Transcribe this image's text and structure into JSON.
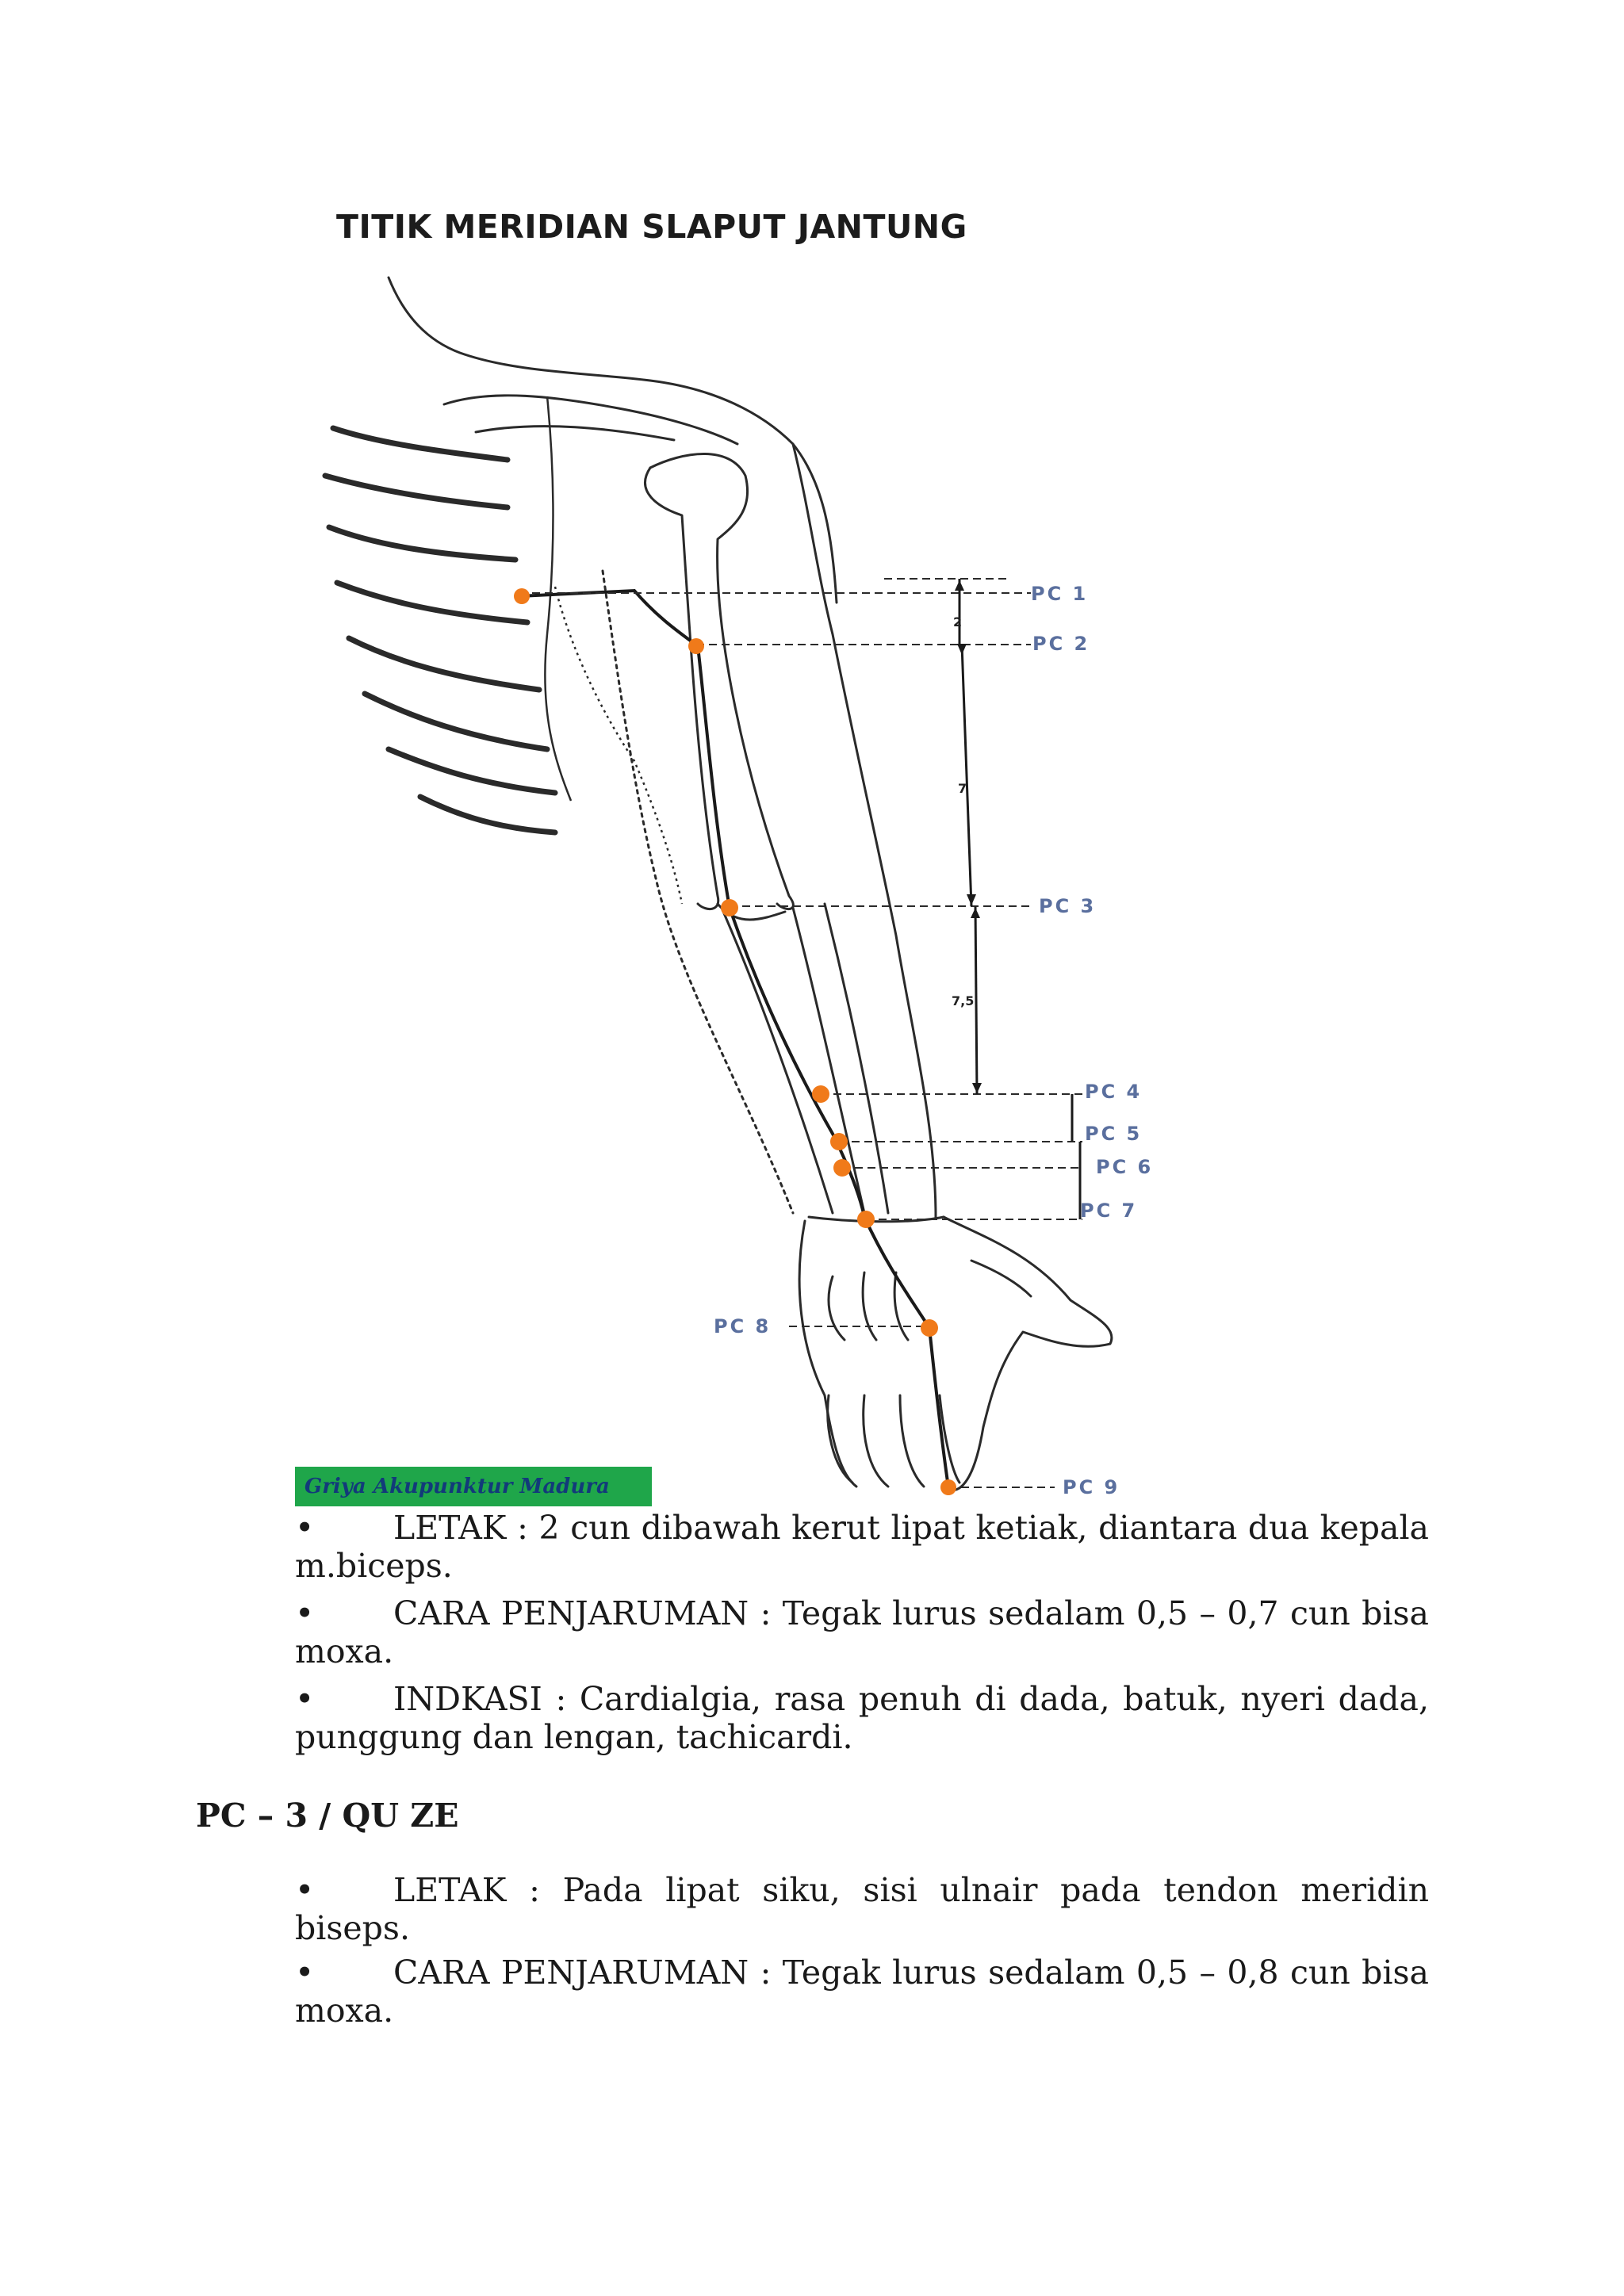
{
  "figure": {
    "title": "TITIK MERIDIAN SLAPUT JANTUNG",
    "points": [
      "PC 1",
      "PC 2",
      "PC 3",
      "PC 4",
      "PC 5",
      "PC 6",
      "PC 7",
      "PC 8",
      "PC 9"
    ],
    "measures": [
      "2",
      "7",
      "7,5"
    ],
    "watermark": "Griya Akupunktur Madura"
  },
  "section1": {
    "items": [
      {
        "bullet": "•",
        "line1": "LETAK : 2 cun dibawah kerut lipat ketiak, diantara dua kepala",
        "line2": "m.biceps."
      },
      {
        "bullet": "•",
        "line1": "CARA PENJARUMAN :  Tegak lurus sedalam 0,5 – 0,7 cun bisa",
        "line2": "moxa."
      },
      {
        "bullet": "•",
        "line1": "INDKASI : Cardialgia, rasa penuh di dada, batuk, nyeri dada,",
        "line2": "punggung dan lengan, tachicardi."
      }
    ]
  },
  "section2": {
    "heading": "PC – 3 / QU ZE",
    "items": [
      {
        "bullet": "•",
        "line1": "LETAK : Pada lipat siku, sisi ulnair pada tendon meridin biseps.",
        "line2": ""
      },
      {
        "bullet": "•",
        "line1": "CARA PENJARUMAN :  Tegak lurus sedalam 0,5 – 0,8 cun bisa",
        "line2": "moxa."
      }
    ]
  },
  "colors": {
    "point": "#f07a1a",
    "label": "#5a6f9e",
    "watermark_bg": "#1fa64a",
    "text": "#1a1a1a"
  }
}
